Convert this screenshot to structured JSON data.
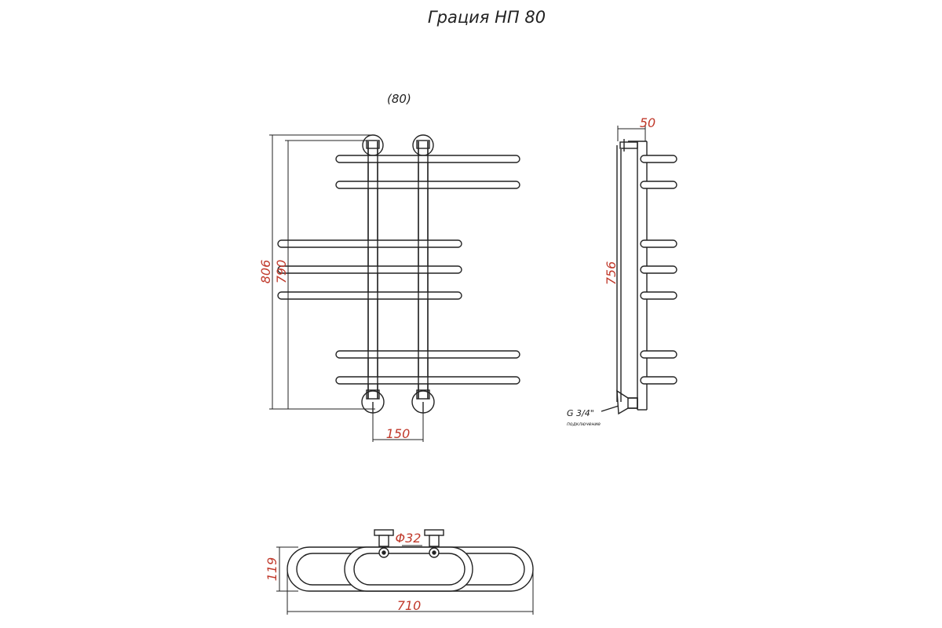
{
  "title": "Грация НП 80",
  "front_view": {
    "label": "(80)",
    "dim_height_outer": "806",
    "dim_height_inner": "790",
    "dim_pipe_spacing": "150"
  },
  "side_view": {
    "dim_depth": "50",
    "dim_height": "756",
    "connection_label": "G 3/4\"",
    "connection_sublabel": "подключение"
  },
  "top_view": {
    "dim_depth": "119",
    "dim_width": "710",
    "dim_diameter": "Φ32"
  },
  "colors": {
    "line": "#222222",
    "dimension_text": "#c0392b"
  }
}
